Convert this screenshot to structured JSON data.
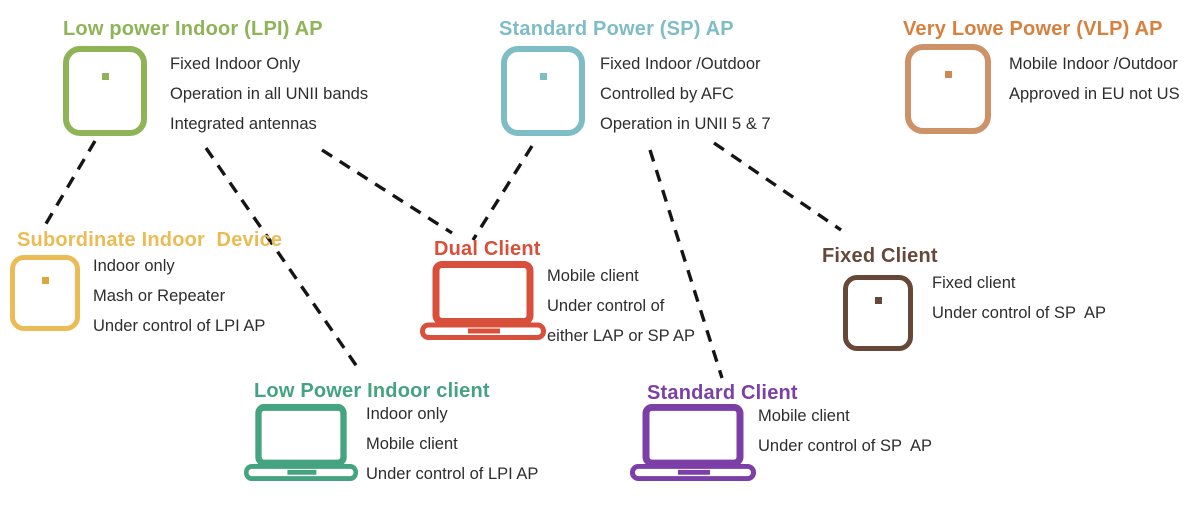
{
  "nodes": {
    "lpi_ap": {
      "title": "Low power Indoor (LPI) AP",
      "color": "#8FB457",
      "icon": "access-point",
      "lines": [
        "Fixed Indoor Only",
        "Operation in all UNII bands",
        "Integrated antennas"
      ]
    },
    "sp_ap": {
      "title": "Standard Power (SP) AP",
      "color": "#7EBDC6",
      "icon": "access-point",
      "lines": [
        "Fixed Indoor /Outdoor",
        "Controlled by AFC",
        "Operation in UNII 5 & 7"
      ]
    },
    "vlp_ap": {
      "title": "Very Lowe Power (VLP) AP",
      "title_color": "#D8813F",
      "icon_color": "#CD9268",
      "icon": "access-point",
      "lines": [
        "Mobile Indoor /Outdoor",
        "Approved in EU not US"
      ]
    },
    "subordinate": {
      "title": "Subordinate Indoor  Device",
      "color": "#EBBC55",
      "icon": "access-point",
      "lines": [
        "Indoor only",
        "Mash or Repeater",
        "Under control of LPI AP"
      ]
    },
    "dual_client": {
      "title": "Dual Client",
      "color": "#D8503B",
      "icon": "laptop",
      "lines": [
        "Mobile client",
        "Under control of",
        "either LAP or SP AP"
      ]
    },
    "fixed_client": {
      "title": "Fixed Client",
      "color": "#664738",
      "icon": "access-point",
      "lines": [
        "Fixed client",
        "Under control of SP  AP"
      ]
    },
    "lpi_client": {
      "title": "Low Power Indoor client",
      "color": "#44A381",
      "icon": "laptop",
      "lines": [
        "Indoor only",
        "Mobile client",
        "Under control of LPI AP"
      ]
    },
    "standard_client": {
      "title": "Standard Client",
      "color": "#7B3FA7",
      "icon": "laptop",
      "lines": [
        "Mobile client",
        "Under control of SP  AP"
      ]
    }
  },
  "connections": [
    {
      "from": "lpi_ap",
      "to": "subordinate"
    },
    {
      "from": "lpi_ap",
      "to": "lpi_client"
    },
    {
      "from": "lpi_ap",
      "to": "dual_client"
    },
    {
      "from": "sp_ap",
      "to": "dual_client"
    },
    {
      "from": "sp_ap",
      "to": "standard_client"
    },
    {
      "from": "sp_ap",
      "to": "fixed_client"
    }
  ],
  "line_style": {
    "color": "#151515",
    "dash": "12 9"
  }
}
